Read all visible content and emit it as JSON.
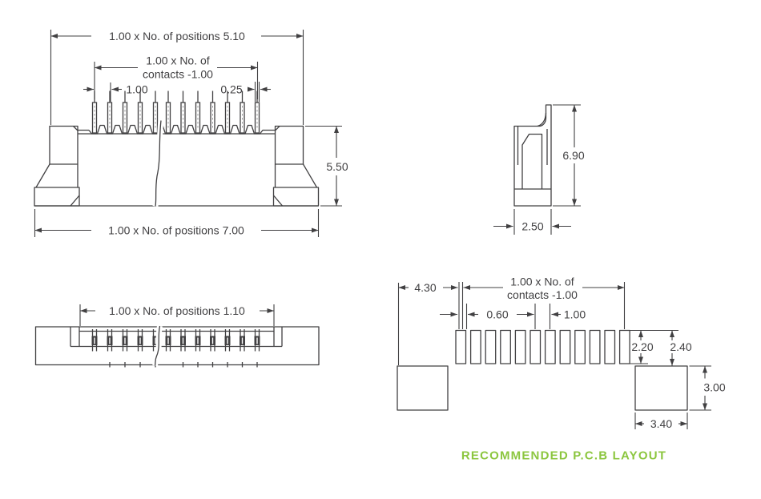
{
  "drawing": {
    "caption": "RECOMMENDED P.C.B LAYOUT",
    "colors": {
      "line": "#414042",
      "accent_green": "#8CC63F",
      "background": "#ffffff"
    },
    "views": {
      "front": {
        "label": "connector-front-view",
        "pin_count": 12,
        "dims": {
          "overall_top": "1.00 x No. of positions 5.10",
          "contacts_line1": "1.00 x No. of",
          "contacts_line2": "contacts -1.00",
          "pin_pitch": "1.00",
          "pin_width": "0.25",
          "body_height": "5.50",
          "overall_bottom": "1.00 x No. of positions 7.00"
        }
      },
      "side": {
        "label": "connector-side-view",
        "dims": {
          "overall_height": "6.90",
          "body_width": "2.50"
        }
      },
      "top": {
        "label": "connector-top-view",
        "contact_count": 12,
        "dims": {
          "positions": "1.00 x No. of positions 1.10"
        }
      },
      "pcb": {
        "label": "recommended-pcb-layout",
        "pad_count": 12,
        "dims": {
          "edge_to_first_pad": "4.30",
          "contacts_line1": "1.00 x No. of",
          "contacts_line2": "contacts -1.00",
          "pad_width": "0.60",
          "pad_pitch": "1.00",
          "pad_height": "2.20",
          "pad_row_height": "2.40",
          "hole_height": "3.00",
          "hole_width": "3.40"
        }
      }
    }
  }
}
